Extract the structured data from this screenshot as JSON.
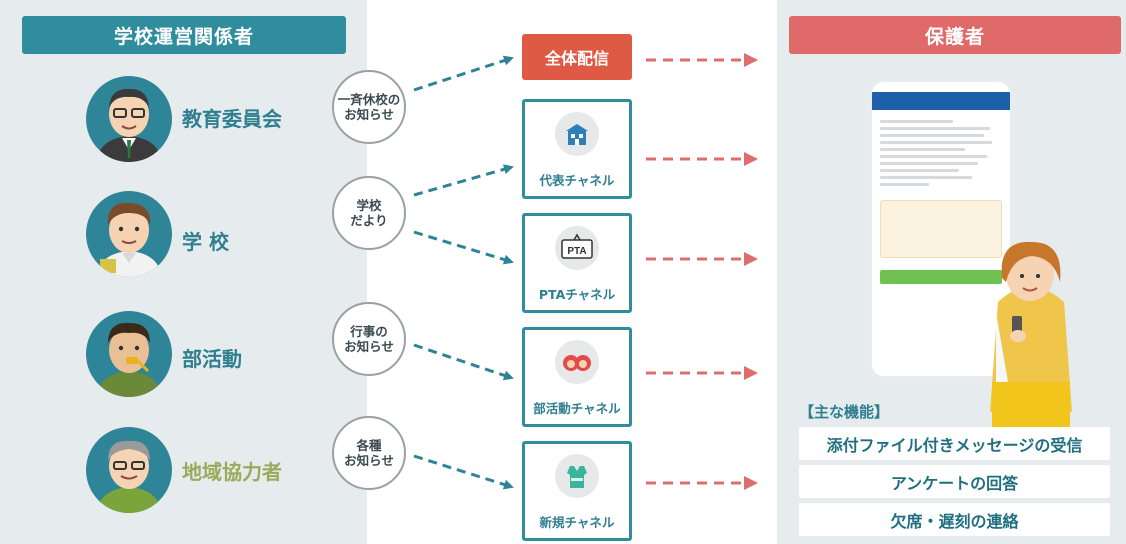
{
  "left_panel": {
    "title": "学校運営関係者"
  },
  "right_panel": {
    "title": "保護者"
  },
  "senders": [
    {
      "label": "教育委員会"
    },
    {
      "label": "学 校"
    },
    {
      "label": "部活動"
    },
    {
      "label": "地域協力者"
    }
  ],
  "bubbles": [
    {
      "line1": "一斉休校の",
      "line2": "お知らせ"
    },
    {
      "line1": "学校",
      "line2": "だより"
    },
    {
      "line1": "行事の",
      "line2": "お知らせ"
    },
    {
      "line1": "各種",
      "line2": "お知らせ"
    }
  ],
  "all_delivery": {
    "label": "全体配信"
  },
  "channels": [
    {
      "label": "代表チャネル",
      "icon": "school-building-icon"
    },
    {
      "label": "PTAチャネル",
      "icon": "pta-badge-icon",
      "icon_text": "PTA"
    },
    {
      "label": "部活動チャネル",
      "icon": "club-members-icon"
    },
    {
      "label": "新規チャネル",
      "icon": "safety-vest-icon"
    }
  ],
  "features": {
    "title": "【主な機能】",
    "items": [
      {
        "label": "添付ファイル付きメッセージの受信"
      },
      {
        "label": "アンケートの回答"
      },
      {
        "label": "欠席・遅刻の連絡"
      }
    ]
  },
  "colors": {
    "teal": "#2f8d9e",
    "coral": "#e06a6a",
    "delivery_red": "#df5a44",
    "arrow_teal": "#2f8397",
    "arrow_red": "#e06d6d",
    "panel_gray": "#e6ebed"
  }
}
